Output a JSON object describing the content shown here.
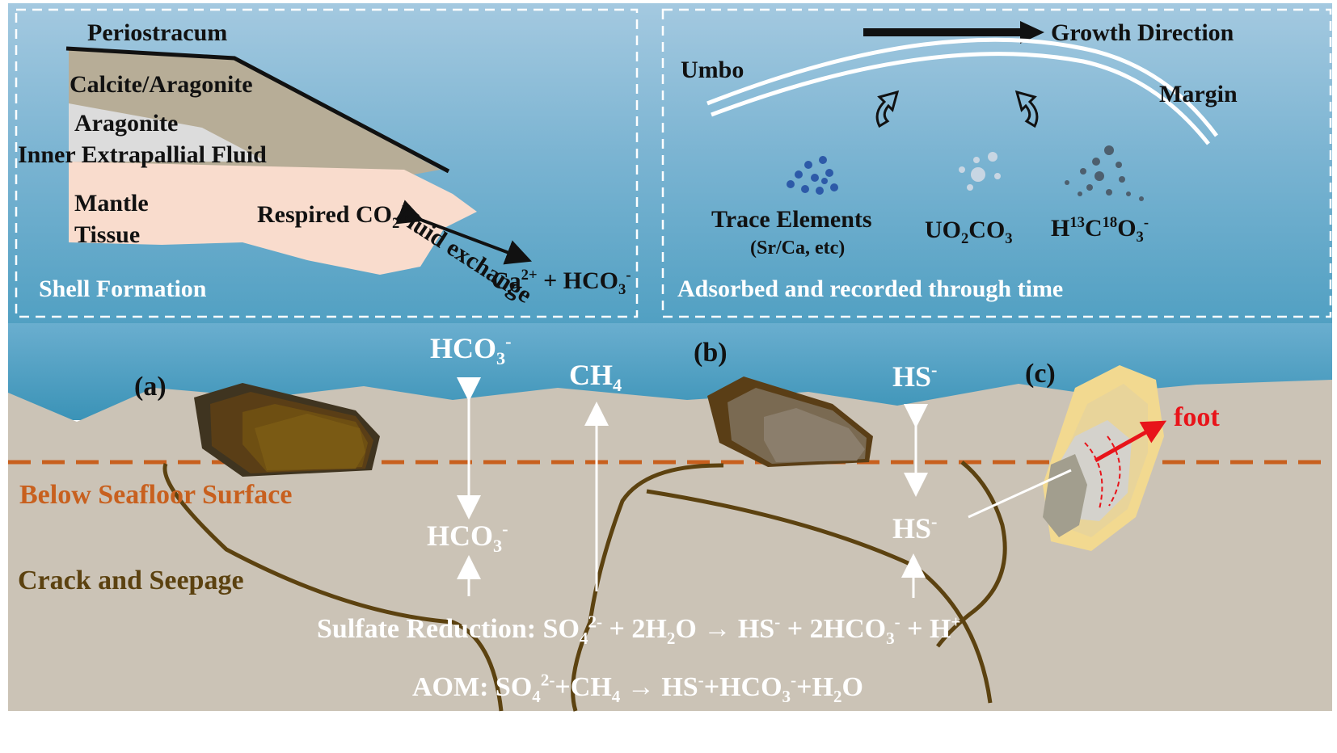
{
  "colors": {
    "sea_top": "#9cc4dd",
    "sea_mid": "#63a9c9",
    "sea_band": "#3d95b8",
    "sediment": "#c9c1b4",
    "shell_layer": "#b7ad97",
    "aragonite_layer": "#d9d9d9",
    "mantle": "#f9dccd",
    "crack": "#5c4210",
    "surface_line": "#c8601e",
    "foot_arrow": "#e8141a"
  },
  "panel_shell": {
    "periostracum": "Periostracum",
    "calcite_aragonite": "Calcite/Aragonite",
    "aragonite": "Aragonite",
    "inner_fluid": "Inner Extrapallial Fluid",
    "mantle_1": "Mantle",
    "mantle_2": "Tissue",
    "respired": "Respired CO",
    "respired_sub": "2",
    "fluid_exchange": "Fluid exchange",
    "ca": "Ca",
    "ca_sup": "2+",
    "plus_hco": " + HCO",
    "hco_sub": "3",
    "hco_sup": "-",
    "title": "Shell Formation"
  },
  "panel_record": {
    "growth_direction": "Growth Direction",
    "umbo": "Umbo",
    "margin": "Margin",
    "trace_elements": "Trace Elements",
    "trace_note": "(Sr/Ca, etc)",
    "uo_a": "UO",
    "uo_sub1": "2",
    "uo_b": "CO",
    "uo_sub2": "3",
    "h": "H",
    "h_sup1": "13",
    "c": "C",
    "c_sup2": "18",
    "o": "O",
    "o_sub": "3",
    "o_sup": "-",
    "title": "Adsorbed and recorded through time"
  },
  "seafloor": {
    "label_a": "(a)",
    "label_b": "(b)",
    "label_c": "(c)",
    "hco_top": "HCO",
    "hco_top_sub": "3",
    "hco_top_sup": "-",
    "ch4": "CH",
    "ch4_sub": "4",
    "hs_top": "HS",
    "hs_top_sup": "-",
    "hco_mid": "HCO",
    "hco_mid_sub": "3",
    "hco_mid_sup": "-",
    "hs_mid": "HS",
    "hs_mid_sup": "-",
    "foot": "foot",
    "below_surface": "Below Seafloor Surface",
    "crack_seepage": "Crack and Seepage"
  },
  "equations": {
    "sulfate_prefix": "Sulfate Reduction: SO",
    "sulfate_so4_sub": "4",
    "sulfate_so4_sup": "2-",
    "sulfate_mid1": " + 2H",
    "sulfate_h2o_sub": "2",
    "sulfate_mid2": "O → HS",
    "sulfate_hs_sup": "-",
    "sulfate_mid3": " + 2HCO",
    "sulfate_hco_sub": "3",
    "sulfate_hco_sup": "-",
    "sulfate_end": " + H",
    "sulfate_h_sup": "+",
    "aom_prefix": "AOM:   SO",
    "aom_so4_sub": "4",
    "aom_so4_sup": "2-",
    "aom_mid1": "+CH",
    "aom_ch4_sub": "4",
    "aom_mid2": " → HS",
    "aom_hs_sup": "-",
    "aom_mid3": "+HCO",
    "aom_hco_sub": "3",
    "aom_hco_sup": "-",
    "aom_mid4": "+H",
    "aom_h2o_sub": "2",
    "aom_end": "O"
  },
  "icons": [
    "double-arrow-icon",
    "up-arrow-icon",
    "curved-arrow-icon",
    "dot-cluster-icon",
    "shell-icon"
  ]
}
